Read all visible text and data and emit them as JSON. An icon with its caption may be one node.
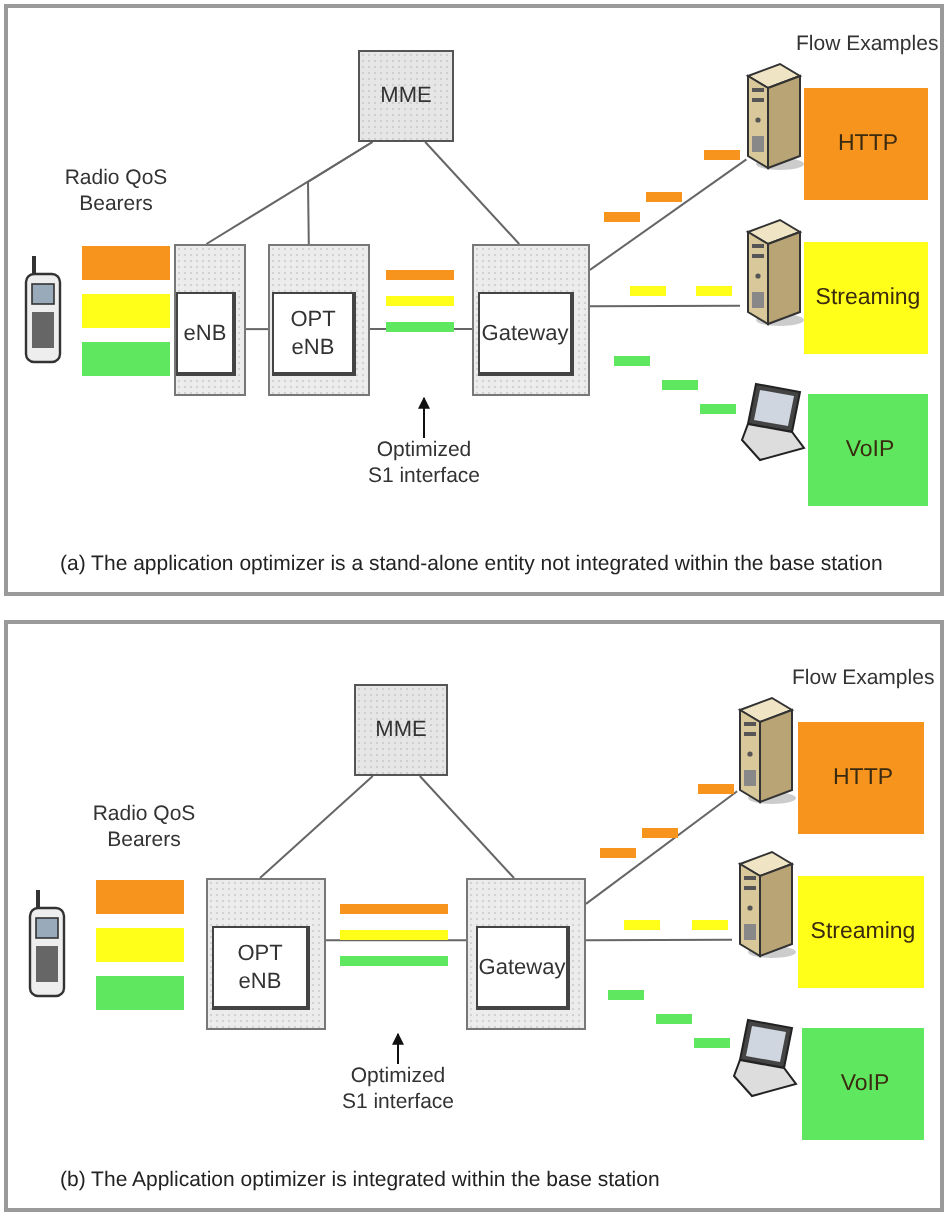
{
  "diagram": {
    "nodes": [
      {
        "text": [
          "(a) The application optimizer is a stand-alone entity not integrated within the base station"
        ]
      },
      {
        "text": [
          "MME"
        ],
        "in": 0
      },
      {
        "text": [],
        "shape": "box",
        "in": 0
      },
      {
        "text": [
          "eNB"
        ],
        "in": 2
      },
      {
        "text": [],
        "shape": "box",
        "in": 0
      },
      {
        "text": [
          "OPT eNB"
        ],
        "in": 4
      },
      {
        "text": [],
        "shape": "box",
        "in": 0
      },
      {
        "text": [
          "Gateway"
        ],
        "in": 6
      },
      {
        "text": [],
        "shape": "picture",
        "in": 0
      },
      {
        "text": [
          "HTTP"
        ],
        "in": 0
      },
      {
        "text": [],
        "shape": "picture",
        "in": 0
      },
      {
        "text": [
          "Streaming"
        ],
        "in": 0
      },
      {
        "text": [
          "VoIP"
        ],
        "in": 0
      },
      {
        "text": [
          "Optimized S1 interface"
        ],
        "in": 0
      },
      {
        "text": [
          "(b) The Application optimizer is integrated within the base station"
        ]
      },
      {
        "text": [
          "MME"
        ],
        "in": 14
      },
      {
        "text": [],
        "shape": "box",
        "in": 14
      },
      {
        "text": [
          "OPT eNB"
        ],
        "in": 16
      },
      {
        "text": [],
        "shape": "box",
        "in": 14
      },
      {
        "text": [
          "Gateway"
        ],
        "in": 18
      },
      {
        "text": [],
        "shape": "picture",
        "in": 14
      },
      {
        "text": [
          "HTTP"
        ],
        "in": 14
      },
      {
        "text": [],
        "shape": "picture",
        "in": 14
      },
      {
        "text": [
          "Streaming"
        ],
        "in": 14
      },
      {
        "text": [
          "VoIP"
        ],
        "in": 14
      },
      {
        "text": [
          "Optimized S1 interface"
        ],
        "in": 14
      }
    ],
    "edges": [
      {
        "from": 1,
        "to": 2,
        "arrow": "none"
      },
      {
        "from": 1,
        "to": 4,
        "arrow": "none"
      },
      {
        "from": 1,
        "to": 6,
        "arrow": "none"
      },
      {
        "from": 2,
        "to": 4,
        "arrow": "none"
      },
      {
        "from": 4,
        "to": 6,
        "arrow": "none"
      },
      {
        "from": 6,
        "to": 8,
        "arrow": "none"
      },
      {
        "from": 6,
        "to": 10,
        "arrow": "none"
      },
      {
        "from": 13,
        "to": null,
        "arrow": "to"
      },
      {
        "from": 15,
        "to": 16,
        "arrow": "none"
      },
      {
        "from": 15,
        "to": 18,
        "arrow": "none"
      },
      {
        "from": 16,
        "to": 18,
        "arrow": "none"
      },
      {
        "from": 18,
        "to": 20,
        "arrow": "none"
      },
      {
        "from": 18,
        "to": 22,
        "arrow": "none"
      },
      {
        "from": 25,
        "to": null,
        "arrow": "to"
      }
    ],
    "labels": [
      "Flow Examples",
      "Radio QoS Bearers",
      "Flow Examples",
      "Radio QoS Bearers"
    ]
  }
}
